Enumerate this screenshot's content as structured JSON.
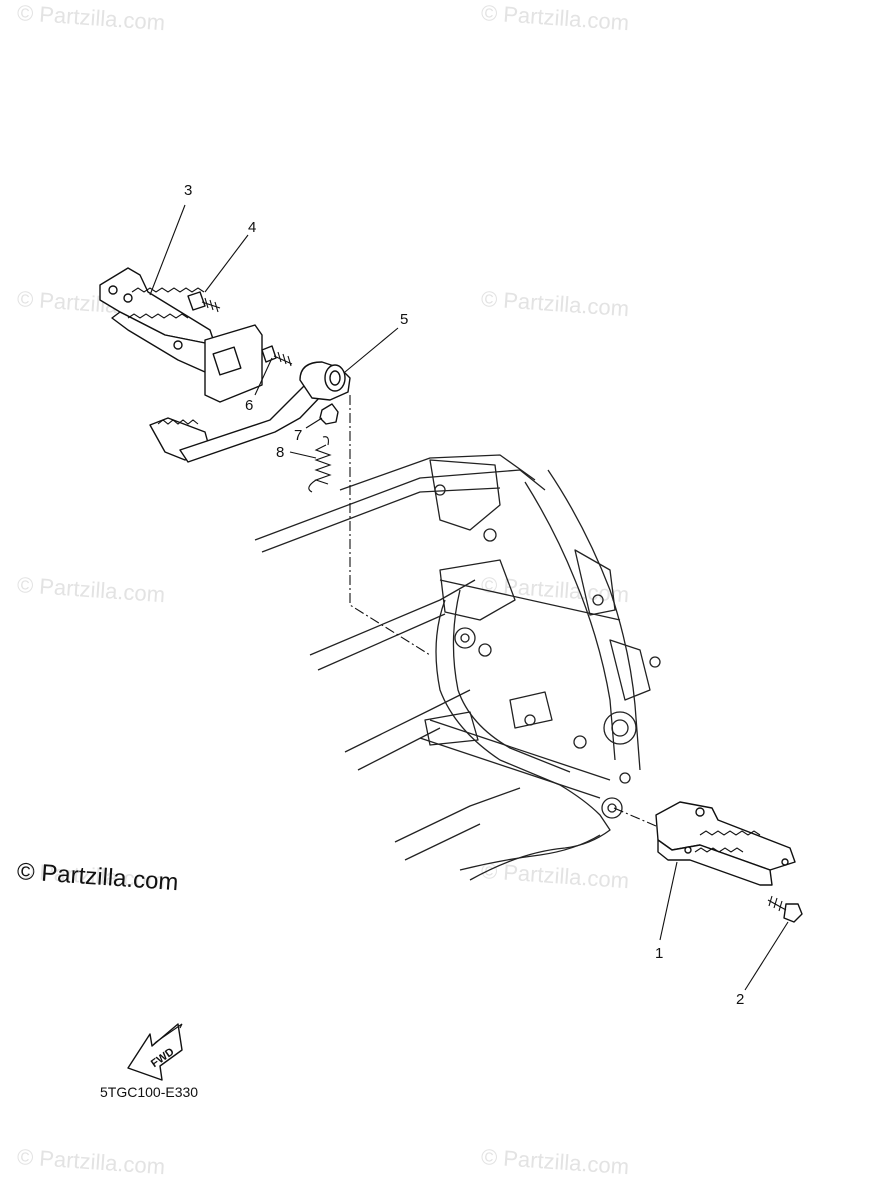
{
  "watermarks": [
    "© Partzilla.com",
    "© Partzilla.com",
    "© Partzilla.com",
    "© Partzilla.com",
    "© Partzilla.com",
    "© Partzilla.com",
    "© Partzilla.com",
    "© Partzilla.com",
    "© Partzilla.com",
    "© Partzilla.com"
  ],
  "copyright_notice": "© Partzilla.com",
  "callouts": {
    "c1": "1",
    "c2": "2",
    "c3": "3",
    "c4": "4",
    "c5": "5",
    "c6": "6",
    "c7": "7",
    "c8": "8"
  },
  "fwd_label": "FWD",
  "diagram_code": "5TGC100-E330"
}
